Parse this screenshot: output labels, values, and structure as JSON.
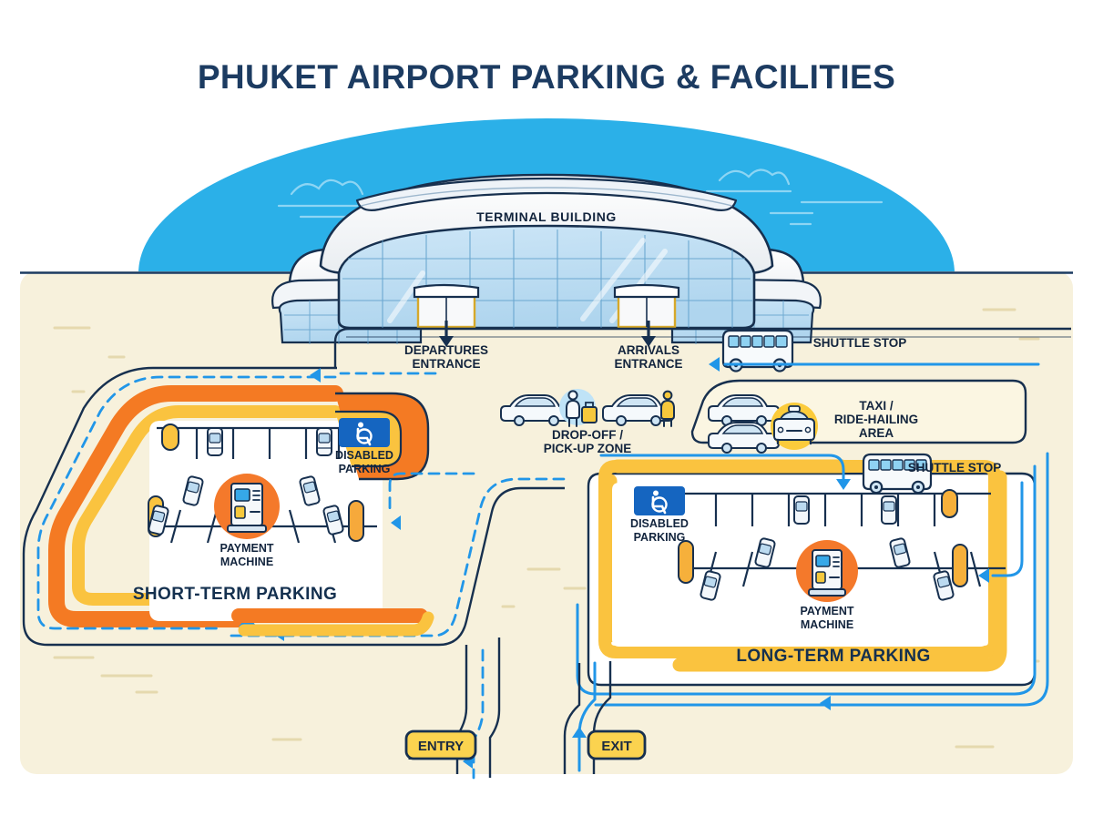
{
  "title": "PHUKET AIRPORT PARKING & FACILITIES",
  "terminal": {
    "name": "TERMINAL BUILDING",
    "entrances": [
      {
        "name": "departures-entrance",
        "line1": "DEPARTURES",
        "line2": "ENTRANCE"
      },
      {
        "name": "arrivals-entrance",
        "line1": "ARRIVALS",
        "line2": "ENTRANCE"
      }
    ]
  },
  "zones": {
    "short_term": {
      "label": "SHORT-TERM PARKING"
    },
    "long_term": {
      "label": "LONG-TERM PARKING"
    },
    "dropoff": {
      "line1": "DROP-OFF /",
      "line2": "PICK-UP ZONE"
    },
    "taxi": {
      "line1": "TAXI /",
      "line2": "RIDE-HAILING",
      "line3": "AREA"
    }
  },
  "facilities": {
    "disabled_parking": {
      "line1": "DISABLED",
      "line2": "PARKING"
    },
    "payment_machine": {
      "line1": "PAYMENT",
      "line2": "MACHINE"
    },
    "shuttle_stop_top": "SHUTTLE STOP",
    "shuttle_stop_right": "SHUTTLE STOP"
  },
  "road_signs": {
    "entry": "ENTRY",
    "exit": "EXIT"
  },
  "icons": {
    "wheelchair": "wheelchair-icon",
    "kiosk": "payment-kiosk-icon",
    "bus": "shuttle-bus-icon",
    "taxi": "taxi-icon",
    "car": "car-icon",
    "traveler": "traveler-with-luggage-icon",
    "pedestrian": "pedestrian-icon",
    "arrow_down": "arrow-down-icon",
    "arrow_flow": "flow-arrow-icon"
  },
  "colors": {
    "title": "#1C3B61",
    "sky": "#2BB0E8",
    "ground": "#F7F1DC",
    "road_orange": "#F47A23",
    "road_yellow": "#FAC33F",
    "flow_blue": "#2196E8",
    "ink": "#17304f",
    "accent_orange": "#F4792B",
    "disabled_blue": "#1565C0",
    "taxi_yellow": "#FBCB3B",
    "white": "#ffffff"
  }
}
